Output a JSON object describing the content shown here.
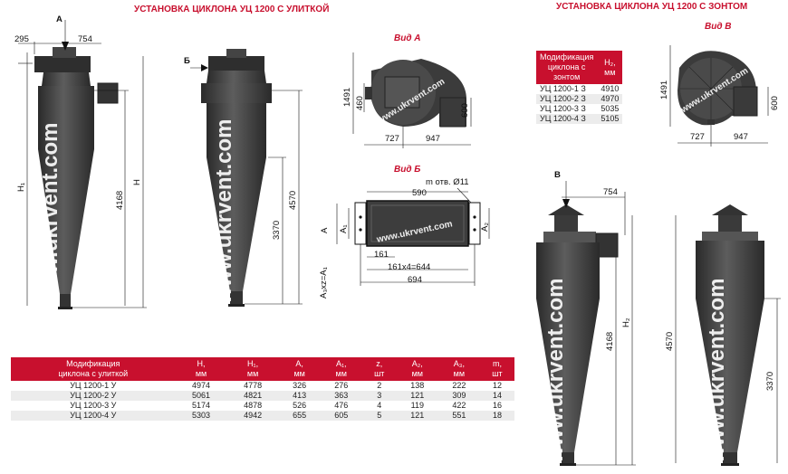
{
  "titles": {
    "left": "УСТАНОВКА ЦИКЛОНА УЦ 1200 С УЛИТКОЙ",
    "right": "УСТАНОВКА ЦИКЛОНА УЦ 1200 С ЗОНТОМ"
  },
  "views": {
    "a": "Вид А",
    "b": "Вид Б",
    "v": "Вид В"
  },
  "arrows": {
    "a": "А",
    "b": "Б",
    "v": "В"
  },
  "watermark": "www.ukrvent.com",
  "dims_left": {
    "w295": "295",
    "w754": "754",
    "h1": "H₁",
    "h": "H",
    "h4168": "4168",
    "h4570": "4570",
    "h3370": "3370"
  },
  "dims_viewA": {
    "h1491": "1491",
    "h460": "460",
    "h600": "600",
    "w727": "727",
    "w947": "947"
  },
  "dims_viewB": {
    "holes": "m отв. Ø11",
    "w590": "590",
    "w161": "161",
    "w644": "161x4=644",
    "w694": "694",
    "a": "A",
    "a1": "A₁",
    "a2": "A₂",
    "axz": "A₃xz=A₁"
  },
  "dims_viewV": {
    "h1491": "1491",
    "h600": "600",
    "w727": "727",
    "w947": "947"
  },
  "dims_right": {
    "w754": "754",
    "h4168": "4168",
    "h2": "H₂",
    "h4570": "4570",
    "h3370": "3370"
  },
  "table_snail": {
    "headers": [
      [
        "Модификация",
        "циклона с улиткой"
      ],
      [
        "H,",
        "мм"
      ],
      [
        "H₁,",
        "мм"
      ],
      [
        "A,",
        "мм"
      ],
      [
        "A₁,",
        "мм"
      ],
      [
        "z,",
        "шт"
      ],
      [
        "A₂,",
        "мм"
      ],
      [
        "A₃,",
        "мм"
      ],
      [
        "m,",
        "шт"
      ]
    ],
    "rows": [
      [
        "УЦ 1200-1 У",
        "4974",
        "4778",
        "326",
        "276",
        "2",
        "138",
        "222",
        "12"
      ],
      [
        "УЦ 1200-2 У",
        "5061",
        "4821",
        "413",
        "363",
        "3",
        "121",
        "309",
        "14"
      ],
      [
        "УЦ 1200-3 У",
        "5174",
        "4878",
        "526",
        "476",
        "4",
        "119",
        "422",
        "16"
      ],
      [
        "УЦ 1200-4 У",
        "5303",
        "4942",
        "655",
        "605",
        "5",
        "121",
        "551",
        "18"
      ]
    ]
  },
  "table_umbrella": {
    "headers": [
      [
        "Модификация",
        "циклона с",
        "зонтом"
      ],
      [
        "H₂,",
        "мм"
      ]
    ],
    "rows": [
      [
        "УЦ 1200-1 З",
        "4910"
      ],
      [
        "УЦ 1200-2 З",
        "4970"
      ],
      [
        "УЦ 1200-3 З",
        "5035"
      ],
      [
        "УЦ 1200-4 З",
        "5105"
      ]
    ]
  },
  "colors": {
    "accent": "#c8102e",
    "metal": "#3d3d3d",
    "metal_light": "#5a5a5a"
  }
}
